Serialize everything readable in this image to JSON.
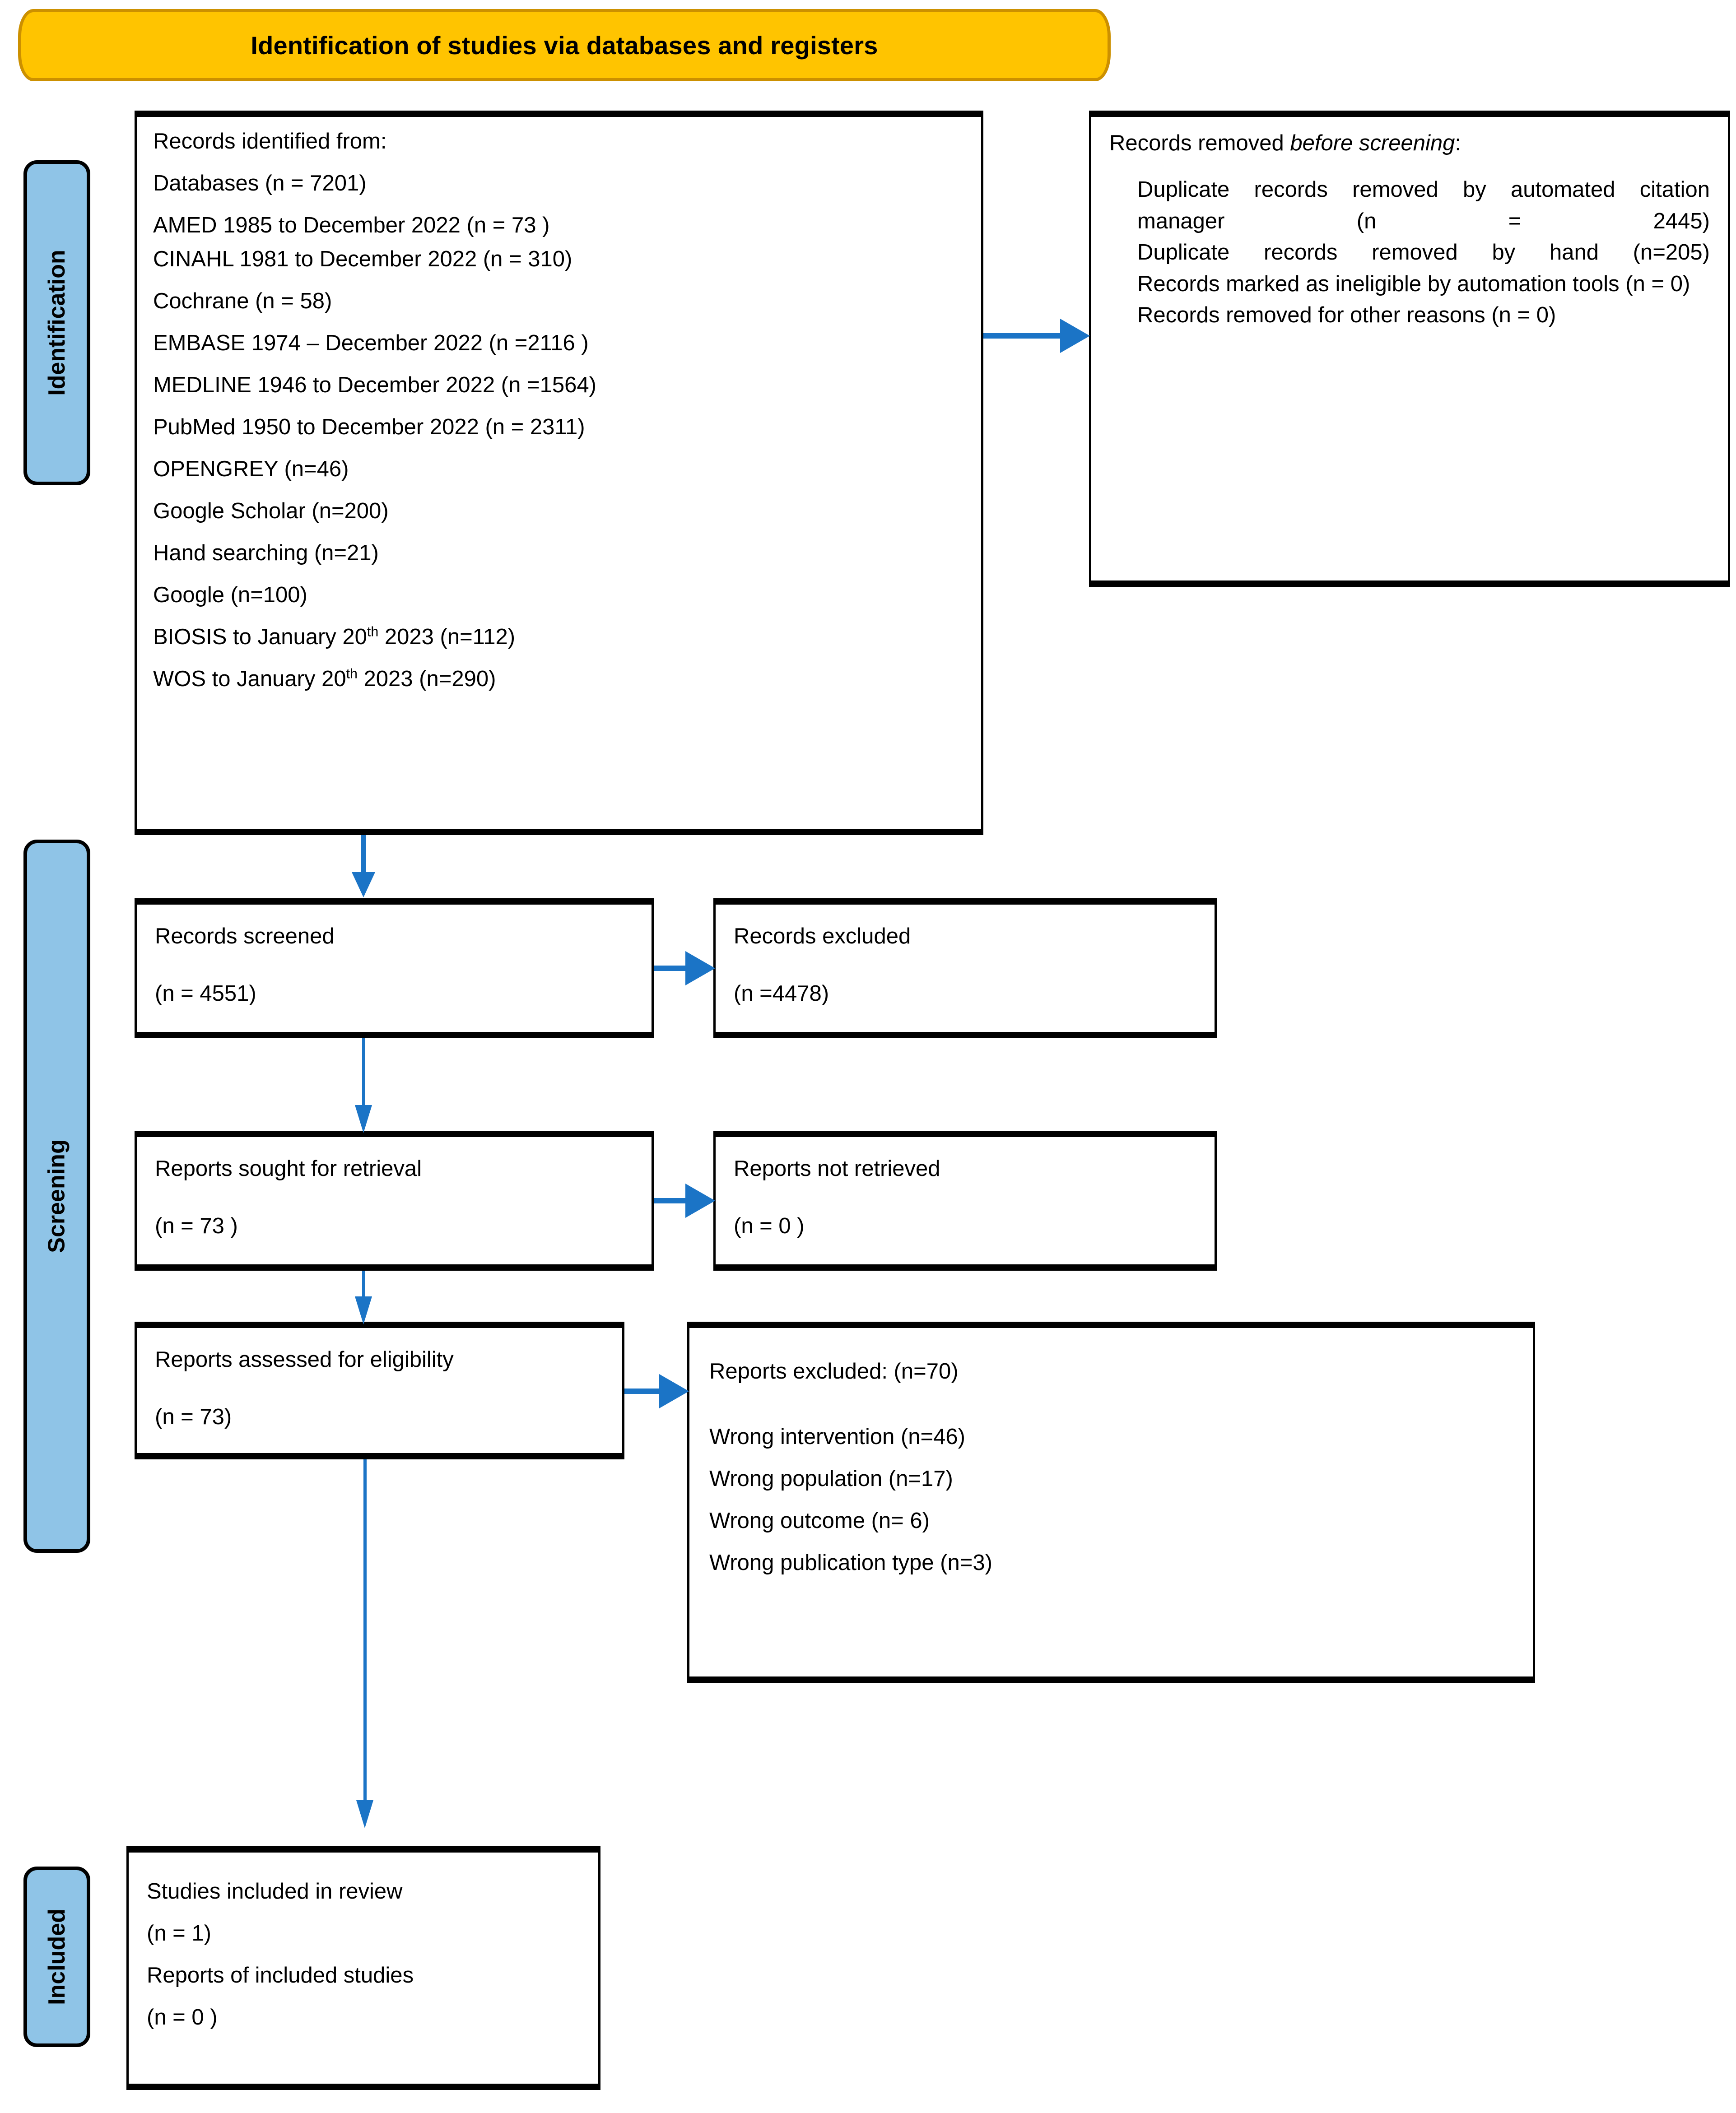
{
  "banner": {
    "title": "Identification of studies via databases and registers"
  },
  "phases": [
    {
      "label": "Identification"
    },
    {
      "label": "Screening"
    },
    {
      "label": "Included"
    }
  ],
  "boxes": {
    "identified": {
      "heading": "Records identified from:",
      "lines": [
        "Databases (n = 7201)",
        "AMED   1985 to December 2022   (n = 73 )",
        "CINAHL 1981 to December 2022 (n = 310)",
        "Cochrane (n = 58)",
        "EMBASE 1974 – December 2022 (n =2116 )",
        "MEDLINE 1946 to December 2022 (n =1564)",
        "PubMed 1950 to December 2022 (n = 2311)",
        "OPENGREY (n=46)",
        "Google Scholar (n=200)",
        "Hand searching (n=21)",
        "Google (n=100)"
      ],
      "biosis_prefix": "BIOSIS to January 20",
      "biosis_sup": "th",
      "biosis_suffix": " 2023 (n=112)",
      "wos_prefix": "WOS to January 20",
      "wos_sup": "th",
      "wos_suffix": " 2023 (n=290)"
    },
    "removed_before_screening": {
      "heading_prefix": "Records removed ",
      "heading_italic": "before screening",
      "heading_suffix": ":",
      "items": [
        "Duplicate records removed by automated citation manager   (n = 2445)",
        "Duplicate records removed by hand (n=205)",
        "Records marked as ineligible by automation tools (n = 0)",
        "Records removed for other reasons (n = 0)"
      ]
    },
    "records_screened": {
      "title": "Records screened",
      "count": "(n = 4551)"
    },
    "records_excluded": {
      "title": "Records excluded",
      "count": "(n =4478)"
    },
    "reports_sought": {
      "title": "Reports sought for retrieval",
      "count": "(n = 73 )"
    },
    "reports_not_retrieved": {
      "title": "Reports not retrieved",
      "count": "(n = 0 )"
    },
    "reports_assessed": {
      "title": "Reports assessed for eligibility",
      "count": "(n = 73)"
    },
    "reports_excluded": {
      "heading": "Reports excluded: (n=70)",
      "reasons": [
        "Wrong intervention (n=46)",
        "Wrong population (n=17)",
        "Wrong outcome (n= 6)",
        "Wrong publication type (n=3)"
      ]
    },
    "studies_included": {
      "title": "Studies included in review",
      "count": "(n = 1)",
      "reports_title": "Reports of included studies",
      "reports_count": "(n = 0 )"
    }
  },
  "colors": {
    "banner_fill": "#FFC400",
    "banner_border": "#CC9000",
    "phase_fill": "#8FC4E7",
    "connector": "#1B74C6",
    "box_border": "#000000"
  }
}
